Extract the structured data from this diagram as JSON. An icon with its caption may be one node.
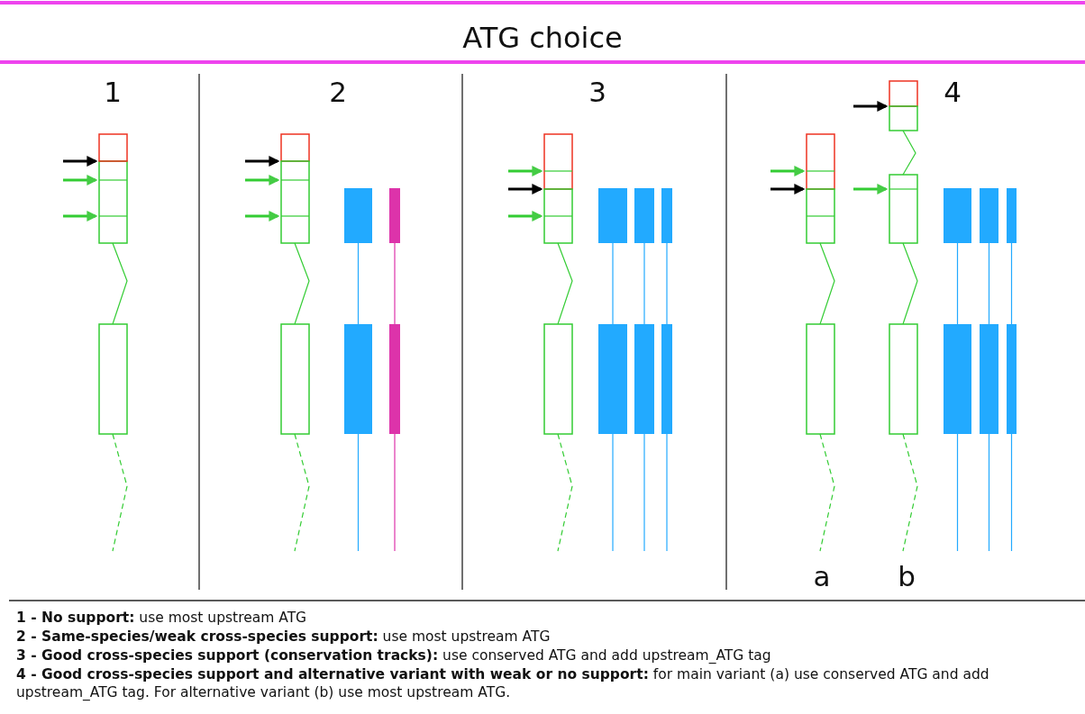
{
  "diagram": {
    "title": "ATG choice",
    "labels": [
      "1",
      "2",
      "3",
      "4",
      "a",
      "b",
      "**1 - No support:** use most upstream ATG",
      "**2 - Same-species/weak cross-species support:** use most upstream ATG",
      "**3 - Good cross-species support (conservation tracks):** use conserved ATG and add upstream_ATG tag",
      "**4 - Good cross-species support and alternative variant with weak or no support:** for main variant (a) use conserved ATG and add upstream_ATG tag. For alternative variant (b) use most upstream ATG."
    ]
  }
}
